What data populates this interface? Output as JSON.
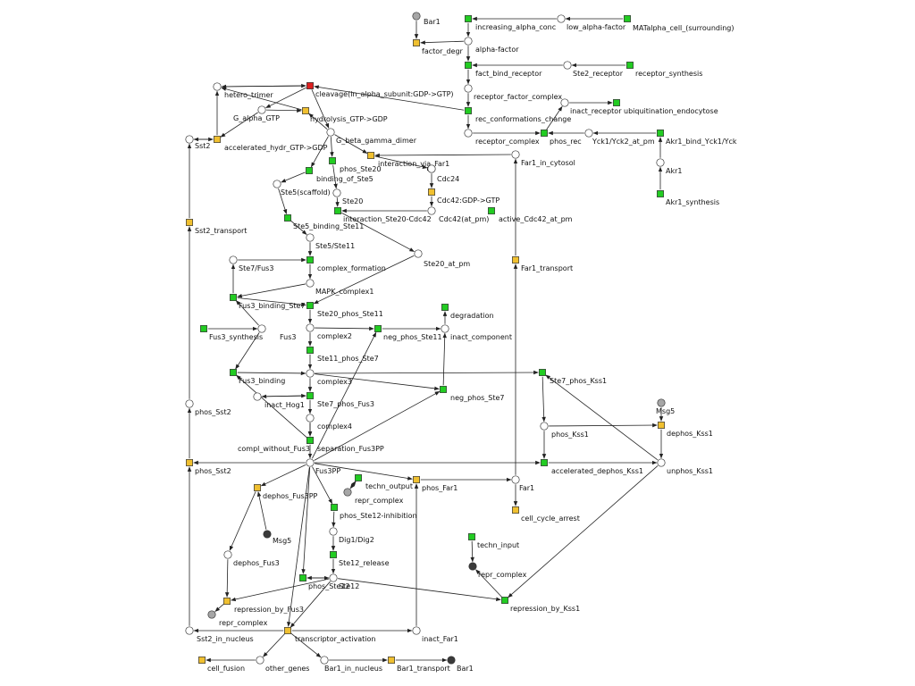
{
  "colors": {
    "place": "#ffffff",
    "place_grey": "#a6a6a6",
    "place_dark": "#3a3a3a",
    "transition_green": "#22cc22",
    "transition_yellow": "#f0c030",
    "transition_red": "#dd2020",
    "edge": "#222222",
    "background": "#ffffff"
  },
  "nodes": [
    {
      "id": "bar1_top",
      "kind": "place_grey",
      "label": "Bar1"
    },
    {
      "id": "factor_degr",
      "kind": "yellow",
      "label": "factor_degr"
    },
    {
      "id": "increasing_alpha",
      "kind": "green",
      "label": "increasing_alpha_conc"
    },
    {
      "id": "low_alpha_place",
      "kind": "place",
      "label": ""
    },
    {
      "id": "low_alpha",
      "kind": "green",
      "label": "low_alpha-factor"
    },
    {
      "id": "matalpha",
      "kind": "none",
      "label": "MATalpha_cell_(surrounding)"
    },
    {
      "id": "alpha_factor",
      "kind": "place",
      "label": "alpha-factor"
    },
    {
      "id": "fact_bind",
      "kind": "green",
      "label": "fact_bind_receptor"
    },
    {
      "id": "ste2_receptor",
      "kind": "place",
      "label": "Ste2_receptor"
    },
    {
      "id": "receptor_synthesis",
      "kind": "green",
      "label": "receptor_synthesis"
    },
    {
      "id": "rfc",
      "kind": "place",
      "label": "receptor_factor_complex"
    },
    {
      "id": "inact_receptor",
      "kind": "place",
      "label": "inact_receptor"
    },
    {
      "id": "ubiq",
      "kind": "green",
      "label": "ubiquitination_endocytose"
    },
    {
      "id": "rec_conf",
      "kind": "green",
      "label": "rec_conformations_change"
    },
    {
      "id": "receptor_complex",
      "kind": "place",
      "label": "receptor_complex"
    },
    {
      "id": "phos_rec",
      "kind": "green",
      "label": "phos_rec"
    },
    {
      "id": "yck",
      "kind": "place",
      "label": "Yck1/Yck2_at_pm"
    },
    {
      "id": "akr1_bind",
      "kind": "green",
      "label": "Akr1_bind_Yck1/Yck"
    },
    {
      "id": "akr1",
      "kind": "place",
      "label": "Akr1"
    },
    {
      "id": "akr1_synth",
      "kind": "green",
      "label": "Akr1_synthesis"
    },
    {
      "id": "cleavage",
      "kind": "red",
      "label": "cleavage(in_alpha_subunit:GDP->GTP)"
    },
    {
      "id": "hetero",
      "kind": "place",
      "label": "hetero_trimer"
    },
    {
      "id": "g_alpha",
      "kind": "place",
      "label": "G_alpha_GTP"
    },
    {
      "id": "hydrolysis",
      "kind": "yellow",
      "label": "hydrolysis_GTP->GDP"
    },
    {
      "id": "sst2",
      "kind": "place",
      "label": "Sst2"
    },
    {
      "id": "acc_hydr",
      "kind": "yellow",
      "label": "accelerated_hydr_GTP->GDP"
    },
    {
      "id": "gbg",
      "kind": "place",
      "label": "G_beta_gamma_dimer"
    },
    {
      "id": "phos_ste20",
      "kind": "green",
      "label": "phos_Ste20"
    },
    {
      "id": "interaction_far1",
      "kind": "yellow",
      "label": "interaction_via_Far1"
    },
    {
      "id": "far1_cyto",
      "kind": "place",
      "label": "Far1_in_cytosol"
    },
    {
      "id": "binding_ste5",
      "kind": "green",
      "label": "binding_of_Ste5"
    },
    {
      "id": "cdc24_place",
      "kind": "place",
      "label": ""
    },
    {
      "id": "cdc24",
      "kind": "place",
      "label": "Cdc24"
    },
    {
      "id": "ste5",
      "kind": "place",
      "label": "Ste5(scaffold)"
    },
    {
      "id": "cdc42_gtp",
      "kind": "yellow",
      "label": "Cdc42:GDP->GTP"
    },
    {
      "id": "ste20",
      "kind": "place",
      "label": "Ste20"
    },
    {
      "id": "interaction_ste20",
      "kind": "green",
      "label": "interaction_Ste20-Cdc42"
    },
    {
      "id": "cdc42",
      "kind": "place",
      "label": "Cdc42(at_pm)"
    },
    {
      "id": "active_cdc42",
      "kind": "green",
      "label": "active_Cdc42_at_pm"
    },
    {
      "id": "sst2_transport",
      "kind": "yellow",
      "label": "Sst2_transport"
    },
    {
      "id": "ste5_bind_ste11",
      "kind": "green",
      "label": "Ste5_binding_Ste11"
    },
    {
      "id": "ste5_ste11",
      "kind": "place",
      "label": "Ste5/Ste11"
    },
    {
      "id": "ste20_pm",
      "kind": "place",
      "label": "Ste20_at_pm"
    },
    {
      "id": "far1_transport",
      "kind": "yellow",
      "label": "Far1_transport"
    },
    {
      "id": "ste7fus3",
      "kind": "place",
      "label": "Ste7/Fus3"
    },
    {
      "id": "complex_formation",
      "kind": "green",
      "label": "complex_formation"
    },
    {
      "id": "mapk_complex1",
      "kind": "place",
      "label": "MAPK_complex1"
    },
    {
      "id": "fus3_bind_ste7",
      "kind": "green",
      "label": "Fus3_binding_Ste7"
    },
    {
      "id": "ste20_phos_ste11",
      "kind": "green",
      "label": "Ste20_phos_Ste11"
    },
    {
      "id": "degradation",
      "kind": "green",
      "label": "degradation"
    },
    {
      "id": "fus3_synth",
      "kind": "green",
      "label": "Fus3_synthesis"
    },
    {
      "id": "fus3",
      "kind": "place",
      "label": "Fus3"
    },
    {
      "id": "complex2",
      "kind": "place",
      "label": "complex2"
    },
    {
      "id": "neg_phos_ste11",
      "kind": "green",
      "label": "neg_phos_Ste11"
    },
    {
      "id": "inact_component",
      "kind": "place",
      "label": "inact_component"
    },
    {
      "id": "ste11_phos_ste7",
      "kind": "green",
      "label": "Ste11_phos_Ste7"
    },
    {
      "id": "fus3_binding",
      "kind": "green",
      "label": "Fus3_binding"
    },
    {
      "id": "complex3",
      "kind": "place",
      "label": "complex3"
    },
    {
      "id": "ste7_phos_kss1",
      "kind": "green",
      "label": "Ste7_phos_Kss1"
    },
    {
      "id": "neg_phos_ste7",
      "kind": "green",
      "label": "neg_phos_Ste7"
    },
    {
      "id": "inact_hog1",
      "kind": "place",
      "label": "inact_Hog1"
    },
    {
      "id": "ste7_phos_fus3",
      "kind": "green",
      "label": "Ste7_phos_Fus3"
    },
    {
      "id": "phos_sst2_place",
      "kind": "place",
      "label": "phos_Sst2"
    },
    {
      "id": "msg5_top",
      "kind": "place_grey",
      "label": "Msg5"
    },
    {
      "id": "complex4",
      "kind": "place",
      "label": "complex4"
    },
    {
      "id": "phos_kss1",
      "kind": "place",
      "label": "phos_Kss1"
    },
    {
      "id": "dephos_kss1",
      "kind": "yellow",
      "label": "dephos_Kss1"
    },
    {
      "id": "compl_wo_fus3",
      "kind": "green",
      "label": "compl_without_Fus3"
    },
    {
      "id": "separation",
      "kind": "green",
      "label": "separation_Fus3PP"
    },
    {
      "id": "phos_sst2",
      "kind": "yellow",
      "label": "phos_Sst2"
    },
    {
      "id": "fus3pp",
      "kind": "place",
      "label": "Fus3PP"
    },
    {
      "id": "acc_dephos_kss1",
      "kind": "green",
      "label": "accelerated_dephos_Kss1"
    },
    {
      "id": "unphos_kss1",
      "kind": "place",
      "label": "unphos_Kss1"
    },
    {
      "id": "phos_far1",
      "kind": "yellow",
      "label": "phos_Far1"
    },
    {
      "id": "far1",
      "kind": "place",
      "label": "Far1"
    },
    {
      "id": "techn_output",
      "kind": "green",
      "label": "techn_output"
    },
    {
      "id": "dephos_fus3pp",
      "kind": "yellow",
      "label": "dephos_Fus3PP"
    },
    {
      "id": "repr_complex_mid",
      "kind": "place_grey",
      "label": "repr_complex"
    },
    {
      "id": "phos_ste12_inh",
      "kind": "green",
      "label": "phos_Ste12-inhibition"
    },
    {
      "id": "cell_cycle_arrest",
      "kind": "yellow",
      "label": "cell_cycle_arrest"
    },
    {
      "id": "msg5_bottom",
      "kind": "place_dark",
      "label": "Msg5"
    },
    {
      "id": "dig",
      "kind": "place",
      "label": "Dig1/Dig2"
    },
    {
      "id": "techn_input",
      "kind": "green",
      "label": "techn_input"
    },
    {
      "id": "dephos_fus3",
      "kind": "place",
      "label": "dephos_Fus3"
    },
    {
      "id": "ste12_release",
      "kind": "green",
      "label": "Ste12_release"
    },
    {
      "id": "repr_complex_right",
      "kind": "place_dark",
      "label": "repr_complex"
    },
    {
      "id": "ste12",
      "kind": "place",
      "label": "Ste12"
    },
    {
      "id": "phos_ste12",
      "kind": "green",
      "label": "phos_Ste12"
    },
    {
      "id": "repression_fus3",
      "kind": "yellow",
      "label": "repression_by_Fus3"
    },
    {
      "id": "repression_kss1",
      "kind": "green",
      "label": "repression_by_Kss1"
    },
    {
      "id": "repr_complex_low",
      "kind": "place_grey",
      "label": "repr_complex"
    },
    {
      "id": "sst2_nucleus",
      "kind": "place",
      "label": "Sst2_in_nucleus"
    },
    {
      "id": "transcriptor",
      "kind": "yellow",
      "label": "transcriptor_activation"
    },
    {
      "id": "inact_far1",
      "kind": "place",
      "label": "inact_Far1"
    },
    {
      "id": "cell_fusion",
      "kind": "yellow",
      "label": "cell_fusion"
    },
    {
      "id": "other_genes",
      "kind": "place",
      "label": "other_genes"
    },
    {
      "id": "bar1_nucleus",
      "kind": "place",
      "label": "Bar1_in_nucleus"
    },
    {
      "id": "bar1_transport",
      "kind": "yellow",
      "label": "Bar1_transport"
    },
    {
      "id": "bar1_out",
      "kind": "place_dark",
      "label": "Bar1"
    }
  ],
  "edges": [
    [
      "low_alpha",
      "low_alpha_place"
    ],
    [
      "low_alpha_place",
      "increasing_alpha"
    ],
    [
      "increasing_alpha",
      "alpha_factor"
    ],
    [
      "bar1_top",
      "factor_degr"
    ],
    [
      "alpha_factor",
      "factor_degr"
    ],
    [
      "alpha_factor",
      "fact_bind"
    ],
    [
      "receptor_synthesis",
      "ste2_receptor"
    ],
    [
      "ste2_receptor",
      "fact_bind"
    ],
    [
      "fact_bind",
      "rfc"
    ],
    [
      "rfc",
      "rec_conf"
    ],
    [
      "inact_receptor",
      "ubiq"
    ],
    [
      "rec_conf",
      "receptor_complex"
    ],
    [
      "rec_conf",
      "cleavage"
    ],
    [
      "receptor_complex",
      "phos_rec"
    ],
    [
      "phos_rec",
      "inact_receptor"
    ],
    [
      "yck",
      "phos_rec"
    ],
    [
      "akr1_bind",
      "yck"
    ],
    [
      "akr1",
      "akr1_bind"
    ],
    [
      "akr1_synth",
      "akr1"
    ],
    [
      "cleavage",
      "hetero"
    ],
    [
      "cleavage",
      "gbg"
    ],
    [
      "cleavage",
      "g_alpha"
    ],
    [
      "hetero",
      "cleavage"
    ],
    [
      "g_alpha",
      "hydrolysis"
    ],
    [
      "hydrolysis",
      "hetero"
    ],
    [
      "gbg",
      "hydrolysis"
    ],
    [
      "sst2",
      "acc_hydr"
    ],
    [
      "acc_hydr",
      "hetero"
    ],
    [
      "g_alpha",
      "acc_hydr"
    ],
    [
      "acc_hydr",
      "sst2"
    ],
    [
      "gbg",
      "phos_ste20"
    ],
    [
      "gbg",
      "binding_ste5"
    ],
    [
      "gbg",
      "interaction_far1"
    ],
    [
      "far1_cyto",
      "interaction_far1"
    ],
    [
      "interaction_far1",
      "cdc24_place"
    ],
    [
      "cdc24_place",
      "cdc24"
    ],
    [
      "cdc24",
      "cdc42_gtp"
    ],
    [
      "cdc42_gtp",
      "cdc42"
    ],
    [
      "cdc42",
      "interaction_ste20"
    ],
    [
      "phos_ste20",
      "ste20"
    ],
    [
      "ste20",
      "interaction_ste20"
    ],
    [
      "binding_ste5",
      "ste5"
    ],
    [
      "ste5",
      "ste5_bind_ste11"
    ],
    [
      "ste5_bind_ste11",
      "ste5_ste11"
    ],
    [
      "interaction_ste20",
      "ste20_pm"
    ],
    [
      "ste5_ste11",
      "complex_formation"
    ],
    [
      "ste7fus3",
      "complex_formation"
    ],
    [
      "complex_formation",
      "mapk_complex1"
    ],
    [
      "mapk_complex1",
      "fus3_bind_ste7"
    ],
    [
      "fus3",
      "fus3_bind_ste7"
    ],
    [
      "fus3_bind_ste7",
      "ste7fus3"
    ],
    [
      "fus3_synth",
      "fus3"
    ],
    [
      "ste20_pm",
      "ste20_phos_ste11"
    ],
    [
      "fus3_bind_ste7",
      "ste20_phos_ste11"
    ],
    [
      "ste20_phos_ste11",
      "complex2"
    ],
    [
      "complex2",
      "neg_phos_ste11"
    ],
    [
      "neg_phos_ste11",
      "inact_component"
    ],
    [
      "inact_component",
      "degradation"
    ],
    [
      "complex2",
      "ste11_phos_ste7"
    ],
    [
      "ste11_phos_ste7",
      "complex3"
    ],
    [
      "complex3",
      "ste7_phos_kss1"
    ],
    [
      "complex3",
      "neg_phos_ste7"
    ],
    [
      "neg_phos_ste7",
      "inact_component"
    ],
    [
      "fus3",
      "fus3_binding"
    ],
    [
      "fus3_binding",
      "complex3"
    ],
    [
      "inact_hog1",
      "ste7_phos_fus3"
    ],
    [
      "ste7_phos_fus3",
      "inact_hog1"
    ],
    [
      "complex3",
      "ste7_phos_fus3"
    ],
    [
      "ste7_phos_fus3",
      "complex4"
    ],
    [
      "complex4",
      "separation"
    ],
    [
      "complex4",
      "compl_wo_fus3"
    ],
    [
      "compl_wo_fus3",
      "fus3_binding"
    ],
    [
      "separation",
      "fus3pp"
    ],
    [
      "fus3pp",
      "neg_phos_ste11"
    ],
    [
      "fus3pp",
      "neg_phos_ste7"
    ],
    [
      "ste7_phos_kss1",
      "phos_kss1"
    ],
    [
      "phos_kss1",
      "dephos_kss1"
    ],
    [
      "msg5_top",
      "dephos_kss1"
    ],
    [
      "dephos_kss1",
      "unphos_kss1"
    ],
    [
      "unphos_kss1",
      "ste7_phos_kss1"
    ],
    [
      "phos_kss1",
      "acc_dephos_kss1"
    ],
    [
      "fus3pp",
      "acc_dephos_kss1"
    ],
    [
      "acc_dephos_kss1",
      "unphos_kss1"
    ],
    [
      "fus3pp",
      "phos_sst2"
    ],
    [
      "phos_sst2",
      "phos_sst2_place"
    ],
    [
      "phos_sst2_place",
      "sst2_transport"
    ],
    [
      "sst2_transport",
      "sst2"
    ],
    [
      "fus3pp",
      "phos_far1"
    ],
    [
      "phos_far1",
      "far1"
    ],
    [
      "far1",
      "far1_transport"
    ],
    [
      "far1_transport",
      "far1_cyto"
    ],
    [
      "far1",
      "cell_cycle_arrest"
    ],
    [
      "fus3pp",
      "dephos_fus3pp"
    ],
    [
      "msg5_bottom",
      "dephos_fus3pp"
    ],
    [
      "dephos_fus3pp",
      "dephos_fus3"
    ],
    [
      "dephos_fus3",
      "repression_fus3"
    ],
    [
      "repr_complex_mid",
      "techn_output"
    ],
    [
      "techn_output",
      "repr_complex_mid"
    ],
    [
      "fus3pp",
      "phos_ste12_inh"
    ],
    [
      "phos_ste12_inh",
      "dig"
    ],
    [
      "dig",
      "ste12_release"
    ],
    [
      "ste12_release",
      "ste12"
    ],
    [
      "ste12",
      "phos_ste12"
    ],
    [
      "fus3pp",
      "phos_ste12"
    ],
    [
      "phos_ste12",
      "ste12"
    ],
    [
      "ste12",
      "repression_fus3"
    ],
    [
      "repression_fus3",
      "repr_complex_low"
    ],
    [
      "ste12",
      "repression_kss1"
    ],
    [
      "unphos_kss1",
      "repression_kss1"
    ],
    [
      "repression_kss1",
      "repr_complex_right"
    ],
    [
      "techn_input",
      "repr_complex_right"
    ],
    [
      "ste12",
      "transcriptor"
    ],
    [
      "transcriptor",
      "sst2_nucleus"
    ],
    [
      "sst2_nucleus",
      "phos_sst2"
    ],
    [
      "transcriptor",
      "inact_far1"
    ],
    [
      "inact_far1",
      "phos_far1"
    ],
    [
      "transcriptor",
      "other_genes"
    ],
    [
      "other_genes",
      "cell_fusion"
    ],
    [
      "transcriptor",
      "bar1_nucleus"
    ],
    [
      "bar1_nucleus",
      "bar1_transport"
    ],
    [
      "bar1_transport",
      "bar1_out"
    ],
    [
      "fus3pp",
      "transcriptor"
    ]
  ]
}
